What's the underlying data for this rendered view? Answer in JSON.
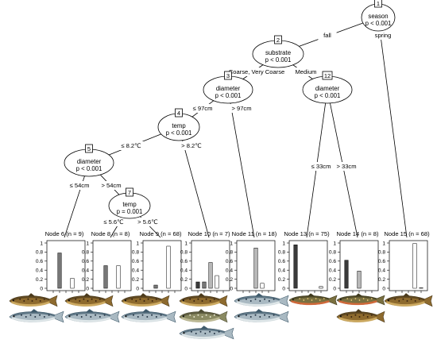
{
  "colors": {
    "bar_fills": [
      "#3a3a3a",
      "#777777",
      "#b8b8b8",
      "#ffffff",
      "#e6e6e6"
    ],
    "trout_body": "#8d6a2e",
    "trout_dark": "#4b3a1c",
    "salmon_body": "#a9b9c2",
    "salmon_back": "#3f5a6b",
    "char_body": "#7a7040",
    "char_belly": "#e0683a"
  },
  "inner_nodes": [
    {
      "id": "1",
      "variable": "season",
      "p": "p < 0.001"
    },
    {
      "id": "2",
      "variable": "substrate",
      "p": "p < 0.001"
    },
    {
      "id": "3",
      "variable": "diameter",
      "p": "p < 0.001"
    },
    {
      "id": "4",
      "variable": "temp",
      "p": "p < 0.001"
    },
    {
      "id": "5",
      "variable": "diameter",
      "p": "p < 0.001"
    },
    {
      "id": "7",
      "variable": "temp",
      "p": "p = 0.001"
    },
    {
      "id": "12",
      "variable": "diameter",
      "p": "p < 0.001"
    }
  ],
  "edges": [
    {
      "from": "1",
      "to": "2",
      "label": "fall"
    },
    {
      "from": "1",
      "to": "15",
      "label": "spring"
    },
    {
      "from": "2",
      "to": "3",
      "label": "Coarse, Very Coarse"
    },
    {
      "from": "2",
      "to": "12",
      "label": "Medium"
    },
    {
      "from": "3",
      "to": "4",
      "label": "≤ 97cm"
    },
    {
      "from": "3",
      "to": "11",
      "label": "> 97cm"
    },
    {
      "from": "4",
      "to": "5",
      "label": "≤ 8.2℃"
    },
    {
      "from": "4",
      "to": "10",
      "label": "> 8.2℃"
    },
    {
      "from": "5",
      "to": "6",
      "label": "≤ 54cm"
    },
    {
      "from": "5",
      "to": "7",
      "label": "> 54cm"
    },
    {
      "from": "7",
      "to": "8",
      "label": "≤ 5.6℃"
    },
    {
      "from": "7",
      "to": "9",
      "label": "> 5.6℃"
    },
    {
      "from": "12",
      "to": "13",
      "label": "≤ 33cm"
    },
    {
      "from": "12",
      "to": "14",
      "label": "> 33cm"
    }
  ],
  "y_axis_ticks": [
    "0",
    "0.2",
    "0.4",
    "0.6",
    "0.8",
    "1"
  ],
  "y_axis_values": [
    0,
    0.2,
    0.4,
    0.6,
    0.8,
    1
  ],
  "terminal_nodes": [
    {
      "id": "6",
      "label": "Node 6 (n = 9)",
      "values": [
        0,
        0.78,
        0,
        0.22,
        0
      ]
    },
    {
      "id": "8",
      "label": "Node 8 (n = 8)",
      "values": [
        0,
        0.5,
        0,
        0.5,
        0
      ]
    },
    {
      "id": "9",
      "label": "Node 9 (n = 68)",
      "values": [
        0,
        0.07,
        0,
        0.93,
        0
      ]
    },
    {
      "id": "10",
      "label": "Node 10 (n = 7)",
      "values": [
        0.14,
        0.14,
        0.57,
        0.28,
        0
      ]
    },
    {
      "id": "11",
      "label": "Node 11 (n = 18)",
      "values": [
        0,
        0,
        0.89,
        0.11,
        0
      ]
    },
    {
      "id": "13",
      "label": "Node 13 (n = 75)",
      "values": [
        0.96,
        0,
        0,
        0,
        0.04
      ]
    },
    {
      "id": "14",
      "label": "Node 14 (n = 8)",
      "values": [
        0.62,
        0,
        0.38,
        0,
        0
      ]
    },
    {
      "id": "15",
      "label": "Node 15 (n = 68)",
      "values": [
        0,
        0,
        0,
        0.99,
        0.01
      ]
    }
  ],
  "fish_images": [
    {
      "node": "6",
      "species": [
        "brown-trout",
        "atlantic-salmon"
      ]
    },
    {
      "node": "8",
      "species": [
        "brown-trout",
        "atlantic-salmon"
      ]
    },
    {
      "node": "9",
      "species": [
        "brown-trout",
        "atlantic-salmon"
      ]
    },
    {
      "node": "10",
      "species": [
        "brown-trout",
        "lake-trout",
        "atlantic-salmon"
      ]
    },
    {
      "node": "11",
      "species": [
        "atlantic-salmon",
        "atlantic-salmon"
      ]
    },
    {
      "node": "13",
      "species": [
        "brook-trout"
      ]
    },
    {
      "node": "14",
      "species": [
        "brook-trout",
        "brown-trout"
      ]
    },
    {
      "node": "15",
      "species": [
        "brown-trout"
      ]
    }
  ]
}
